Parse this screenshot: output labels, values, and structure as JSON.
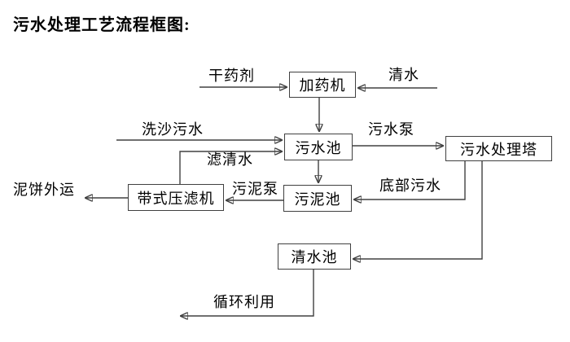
{
  "title": "污水处理工艺流程框图:",
  "diagram": {
    "nodes": [
      {
        "id": "dosing-machine",
        "label": "加药机"
      },
      {
        "id": "sewage-pool",
        "label": "污水池"
      },
      {
        "id": "treatment-tower",
        "label": "污水处理塔"
      },
      {
        "id": "sludge-pool",
        "label": "污泥池"
      },
      {
        "id": "belt-filter-press",
        "label": "带式压滤机"
      },
      {
        "id": "clean-water-pool",
        "label": "清水池"
      }
    ],
    "edge_labels": [
      {
        "id": "dry-agent",
        "label": "干药剂"
      },
      {
        "id": "clean-water",
        "label": "清水"
      },
      {
        "id": "sand-washing-sewage",
        "label": "洗沙污水"
      },
      {
        "id": "filtered-water",
        "label": "滤清水"
      },
      {
        "id": "sewage-pump",
        "label": "污水泵"
      },
      {
        "id": "bottom-sewage",
        "label": "底部污水"
      },
      {
        "id": "sludge-pump",
        "label": "污泥泵"
      },
      {
        "id": "mud-cake-shipped-out",
        "label": "泥饼外运"
      },
      {
        "id": "recycled-use",
        "label": "循环利用"
      }
    ],
    "colors": {
      "line": "#404040",
      "box_border": "#404040",
      "text": "#000000",
      "background": "#ffffff"
    }
  }
}
